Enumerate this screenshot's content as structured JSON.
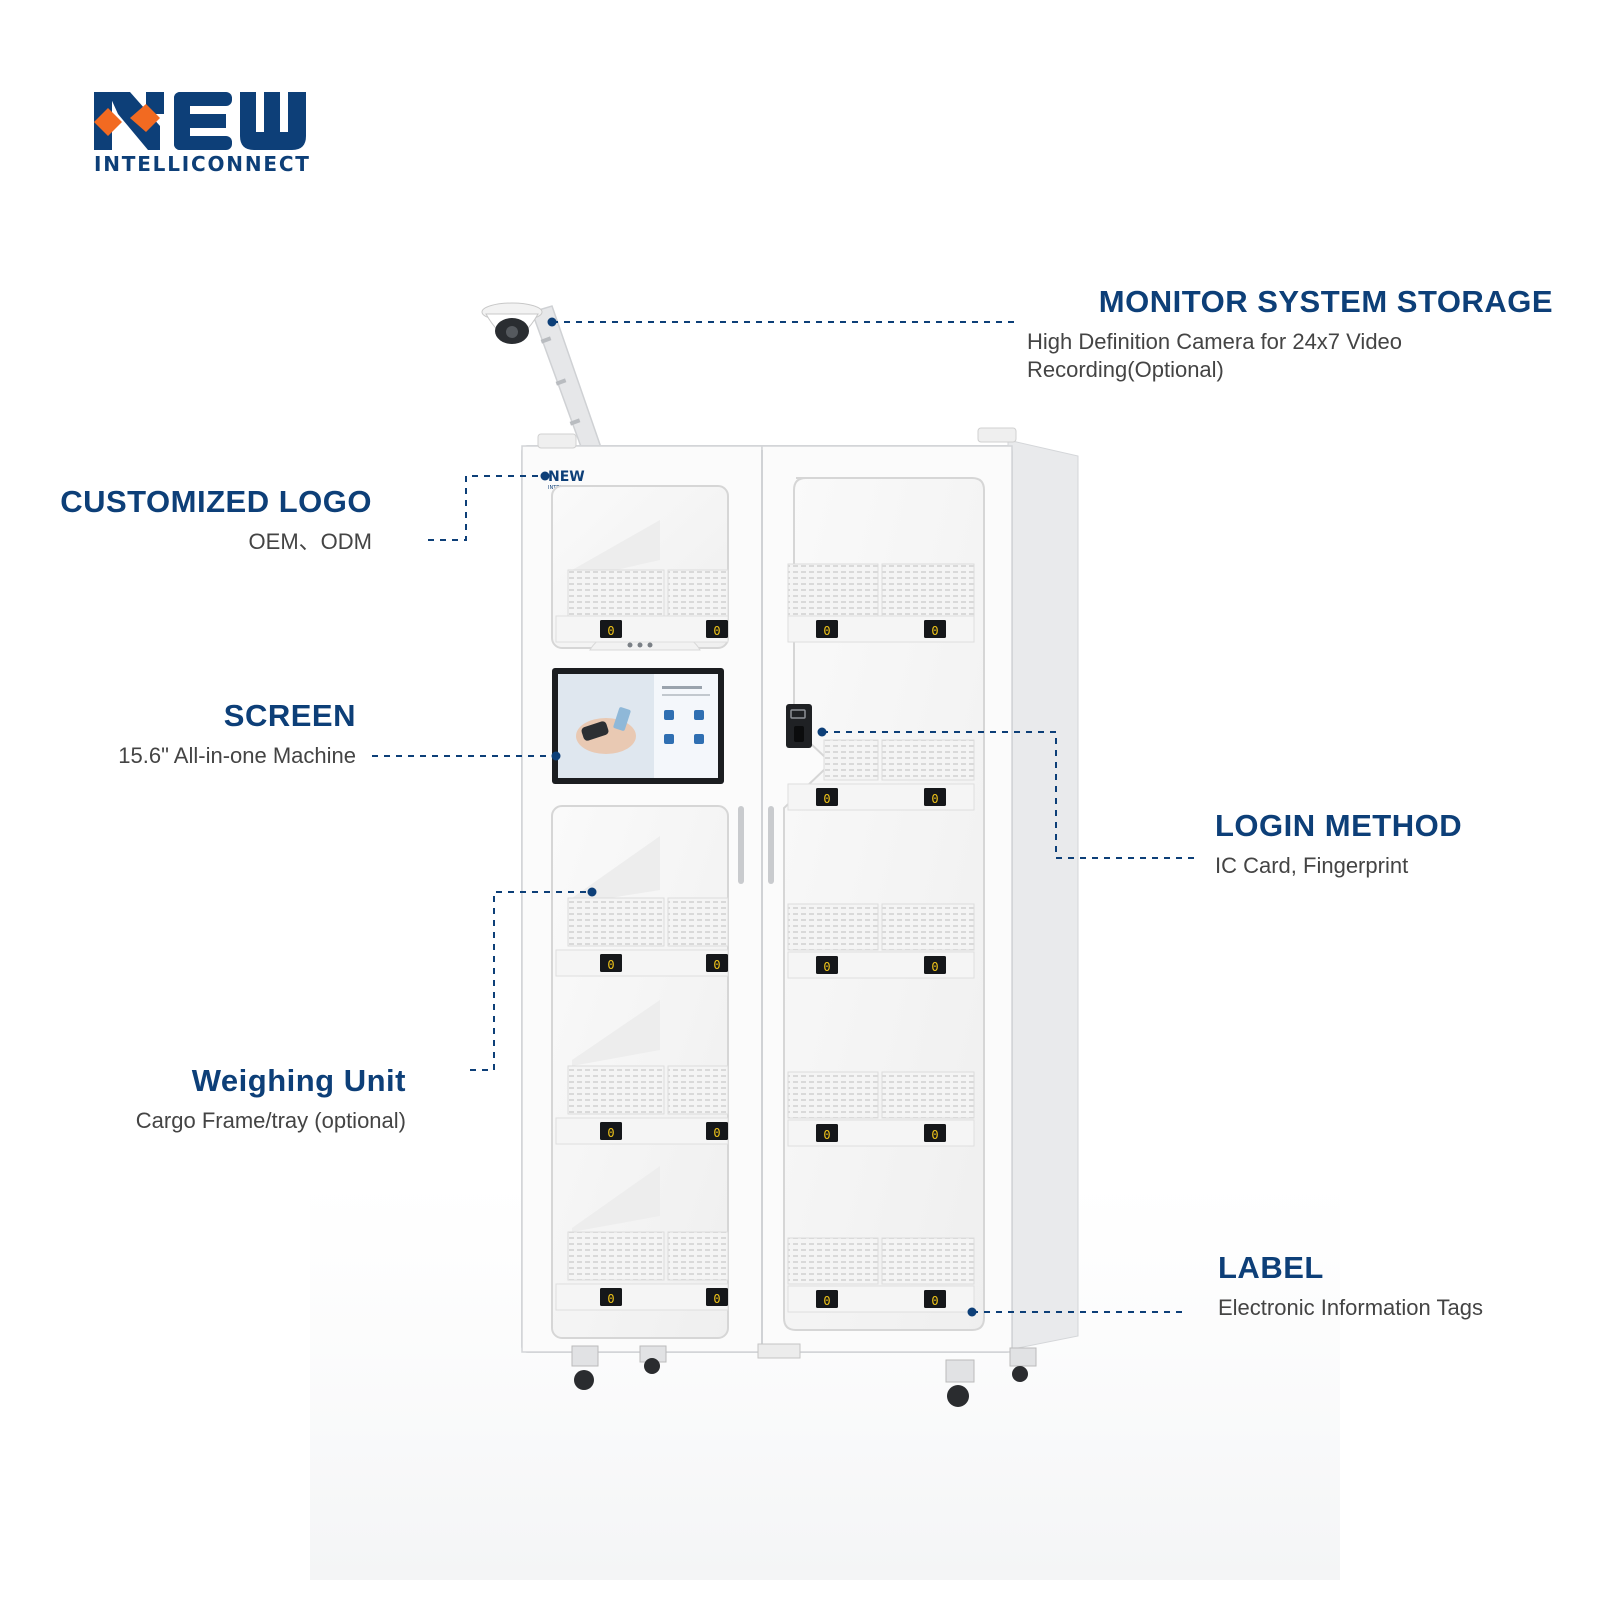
{
  "brand": {
    "name": "NEW",
    "tagline": "INTELLICONNECT",
    "colors": {
      "primary": "#0d3f78",
      "accent": "#f26a21"
    }
  },
  "callouts": {
    "monitor": {
      "title": "MONITOR SYSTEM STORAGE",
      "desc": "High Definition Camera for 24x7 Video Recording(Optional)"
    },
    "logo": {
      "title": "CUSTOMIZED LOGO",
      "desc": "OEM、ODM"
    },
    "screen": {
      "title": "SCREEN",
      "desc": "15.6\" All-in-one Machine"
    },
    "login": {
      "title": "LOGIN METHOD",
      "desc": "IC Card, Fingerprint"
    },
    "weigh": {
      "title": "Weighing Unit",
      "desc": "Cargo Frame/tray (optional)"
    },
    "label": {
      "title": "LABEL",
      "desc": "Electronic Information Tags"
    }
  },
  "scale_display_value": "0"
}
